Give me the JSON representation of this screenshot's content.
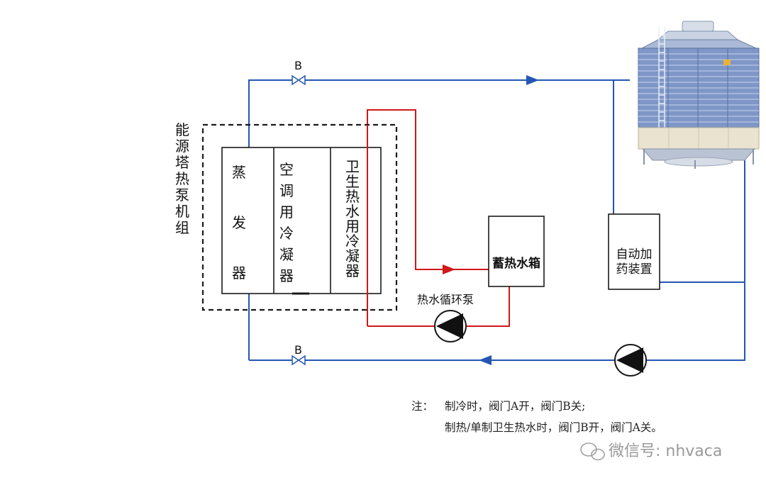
{
  "title_vertical": [
    "能",
    "源",
    "塔",
    "热",
    "泵",
    "机",
    "组"
  ],
  "valve_label": "B",
  "evaporator": [
    "蒸",
    "发",
    "器"
  ],
  "ac_condenser": [
    "空",
    "调",
    "用",
    "冷",
    "凝",
    "器"
  ],
  "hw_condenser": [
    "卫",
    "生",
    "热",
    "水",
    "用",
    "冷",
    "凝",
    "器"
  ],
  "tank_label": "蓄热水箱",
  "pump_label": "热水循环泵",
  "dosing_label": [
    "自动加",
    "药装置"
  ],
  "note": {
    "prefix": "注：",
    "line1": "制冷时，阀门A开，阀门B关;",
    "line2": "制热/单制卫生热水时，阀门B开，阀门A关。"
  },
  "watermark": "微信号: nhvaca",
  "colors": {
    "blue_pipe": "#2456b4",
    "red_pipe": "#d01818",
    "dark": "#1a1a1a"
  },
  "icons": [
    "cooling-tower-icon",
    "pump-icon",
    "valve-icon",
    "flow-arrow-icon",
    "wechat-icon"
  ]
}
